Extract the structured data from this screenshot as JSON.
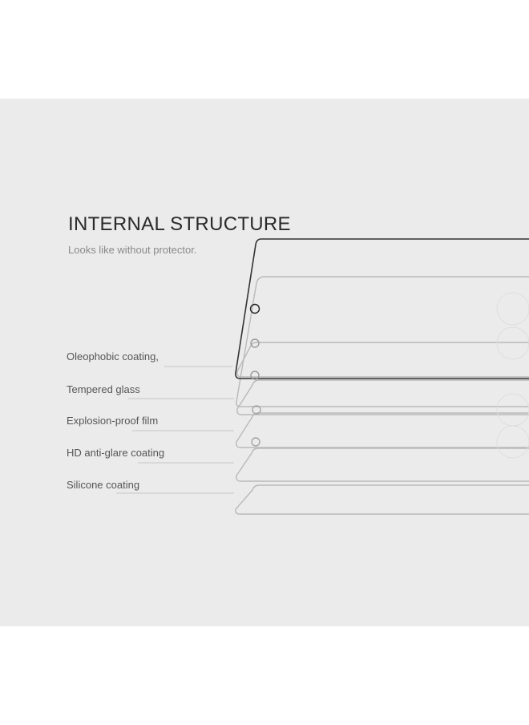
{
  "diagram": {
    "title": "INTERNAL STRUCTURE",
    "subtitle": "Looks like without protector.",
    "layers": [
      {
        "label": "Oleophobic coating,"
      },
      {
        "label": "Tempered glass"
      },
      {
        "label": "Explosion-proof film"
      },
      {
        "label": "HD anti-glare coating"
      },
      {
        "label": "Silicone coating"
      }
    ]
  },
  "colors": {
    "background": "#ebebeb",
    "page": "#ffffff",
    "title": "#2a2a2a",
    "subtitle": "#8a8a8a",
    "label": "#555555",
    "line": "#b9b9b9",
    "top_sheet": "#333333"
  }
}
